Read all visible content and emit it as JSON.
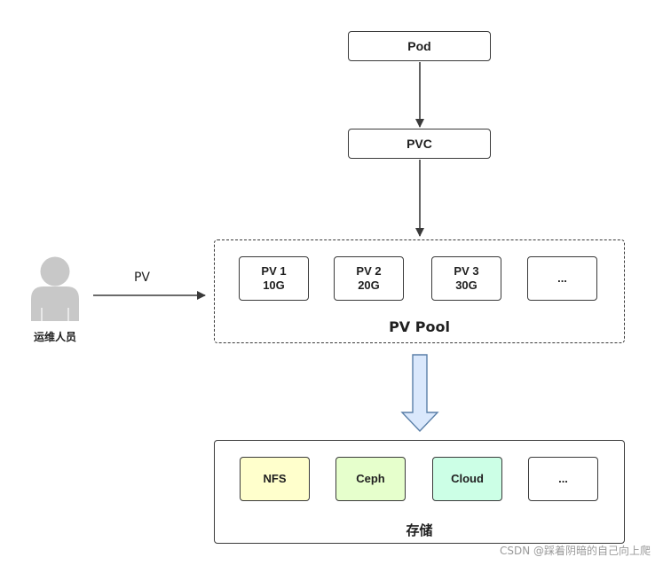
{
  "nodes": {
    "pod": "Pod",
    "pvc": "PVC"
  },
  "pv_pool": {
    "title": "PV Pool",
    "items": [
      "PV 1\n10G",
      "PV 2\n20G",
      "PV 3\n30G",
      "..."
    ]
  },
  "operator": {
    "label": "运维人员",
    "arrow_label": "PV"
  },
  "storage": {
    "title": "存储",
    "items": [
      {
        "label": "NFS",
        "color": "#ffffcc"
      },
      {
        "label": "Ceph",
        "color": "#e6ffcc"
      },
      {
        "label": "Cloud",
        "color": "#ccffe6"
      },
      {
        "label": "...",
        "color": "#ffffff"
      }
    ]
  },
  "colors": {
    "stroke": "#3a3a3a",
    "down_arrow_fill": "#dae8fc",
    "down_arrow_stroke": "#5a7fa8",
    "person": "#c8c8c8"
  },
  "watermark": "CSDN @踩着阴暗的自己向上爬"
}
